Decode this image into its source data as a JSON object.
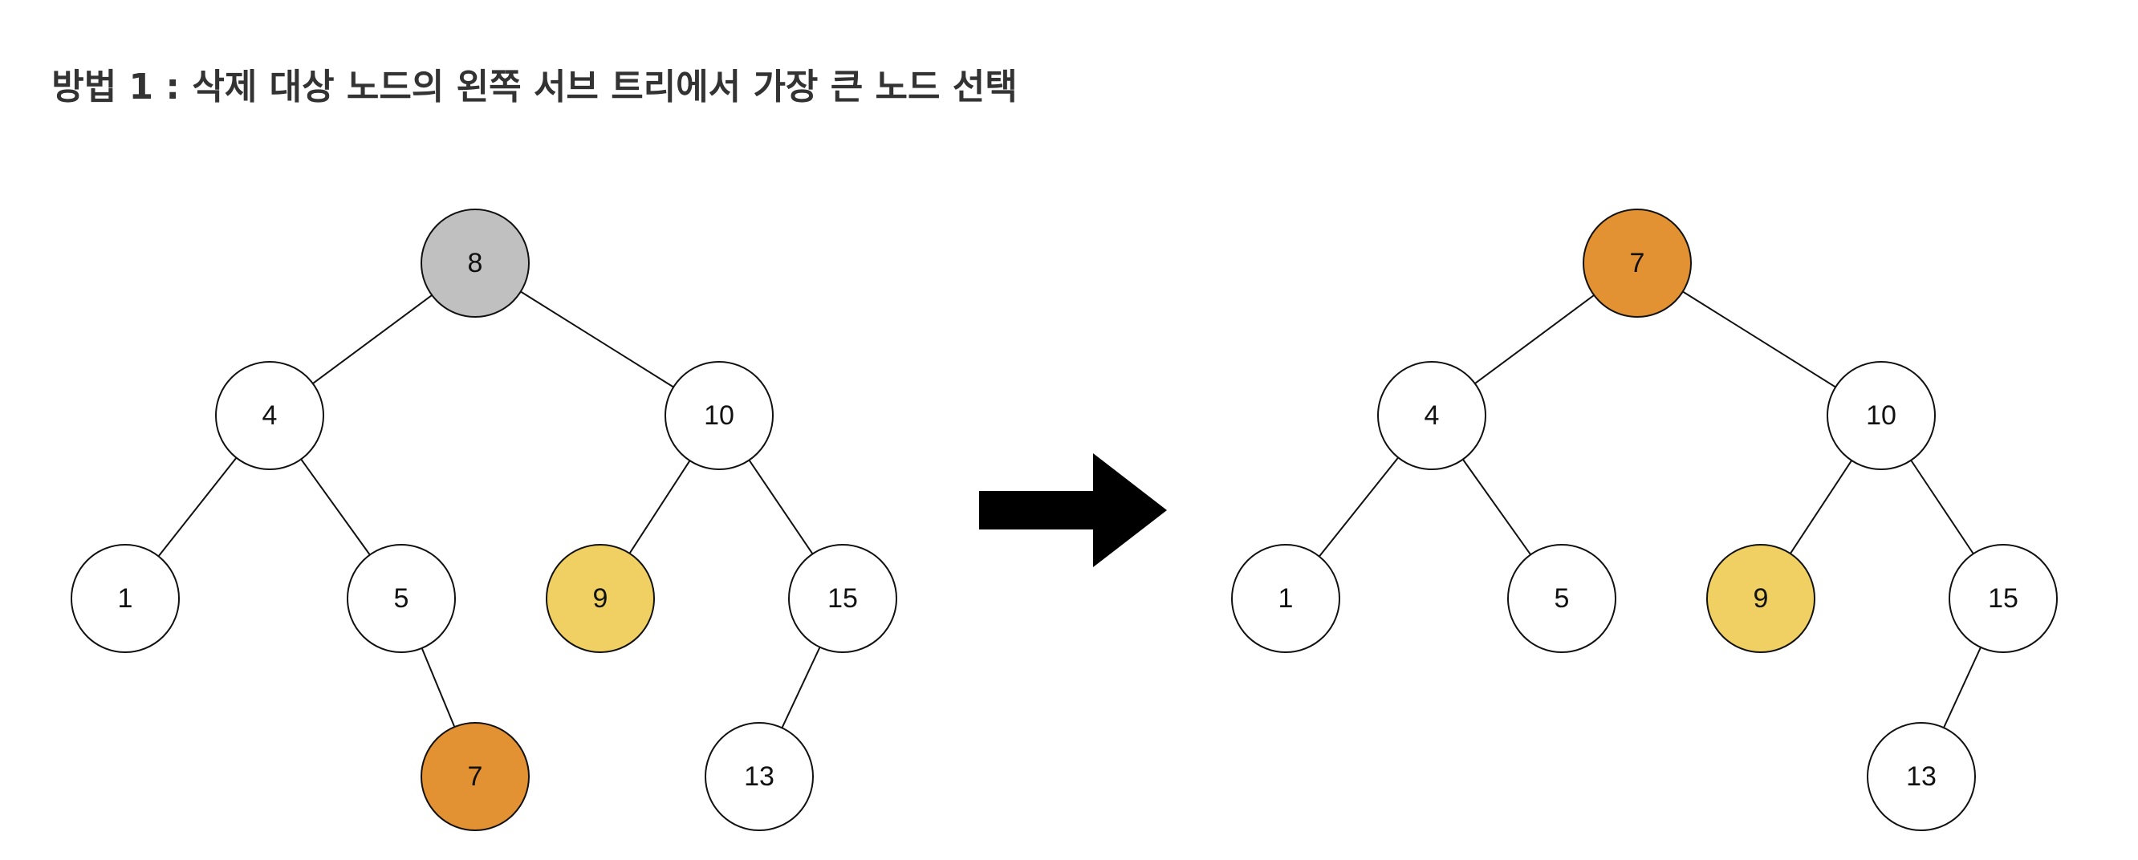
{
  "title": "방법 1 : 삭제 대상 노드의 왼쪽 서브 트리에서 가장 큰 노드 선택",
  "colors": {
    "default": "#ffffff",
    "deleted": "#c0c0c0",
    "replacement": "#e29133",
    "highlight": "#f0d062",
    "stroke": "#111111",
    "arrow": "#000000"
  },
  "trees": [
    {
      "name": "before",
      "nodes": [
        {
          "id": "n8",
          "label": "8",
          "role": "deleted"
        },
        {
          "id": "n4",
          "label": "4",
          "role": "default"
        },
        {
          "id": "n10",
          "label": "10",
          "role": "default"
        },
        {
          "id": "n1",
          "label": "1",
          "role": "default"
        },
        {
          "id": "n5",
          "label": "5",
          "role": "default"
        },
        {
          "id": "n9",
          "label": "9",
          "role": "highlight"
        },
        {
          "id": "n15",
          "label": "15",
          "role": "default"
        },
        {
          "id": "n7",
          "label": "7",
          "role": "replacement"
        },
        {
          "id": "n13",
          "label": "13",
          "role": "default"
        }
      ],
      "edges": [
        [
          "n8",
          "n4"
        ],
        [
          "n8",
          "n10"
        ],
        [
          "n4",
          "n1"
        ],
        [
          "n4",
          "n5"
        ],
        [
          "n10",
          "n9"
        ],
        [
          "n10",
          "n15"
        ],
        [
          "n5",
          "n7"
        ],
        [
          "n15",
          "n13"
        ]
      ]
    },
    {
      "name": "after",
      "nodes": [
        {
          "id": "m7",
          "label": "7",
          "role": "replacement"
        },
        {
          "id": "m4",
          "label": "4",
          "role": "default"
        },
        {
          "id": "m10",
          "label": "10",
          "role": "default"
        },
        {
          "id": "m1",
          "label": "1",
          "role": "default"
        },
        {
          "id": "m5",
          "label": "5",
          "role": "default"
        },
        {
          "id": "m9",
          "label": "9",
          "role": "highlight"
        },
        {
          "id": "m15",
          "label": "15",
          "role": "default"
        },
        {
          "id": "m13",
          "label": "13",
          "role": "default"
        }
      ],
      "edges": [
        [
          "m7",
          "m4"
        ],
        [
          "m7",
          "m10"
        ],
        [
          "m4",
          "m1"
        ],
        [
          "m4",
          "m5"
        ],
        [
          "m10",
          "m9"
        ],
        [
          "m10",
          "m15"
        ],
        [
          "m15",
          "m13"
        ]
      ]
    }
  ]
}
